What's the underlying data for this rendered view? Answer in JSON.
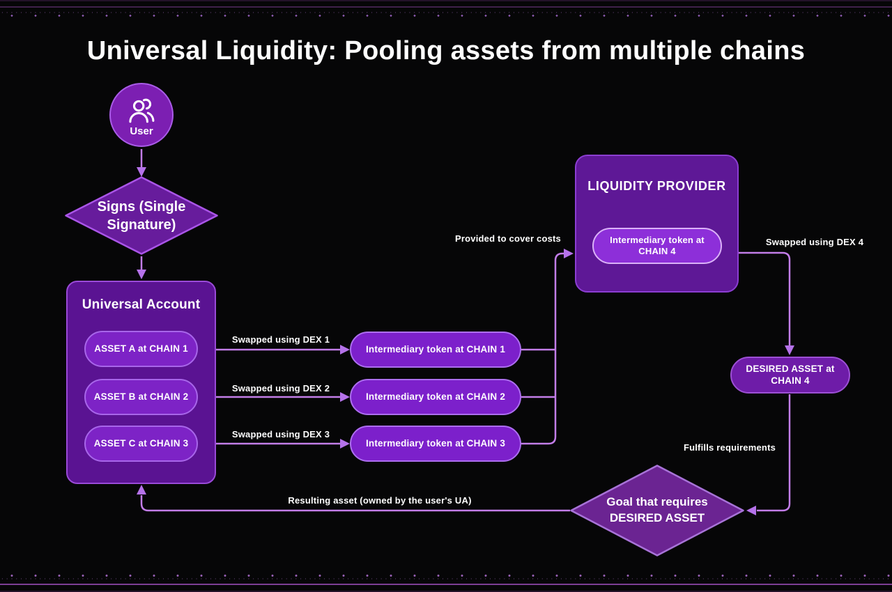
{
  "title": "Universal Liquidity: Pooling assets from multiple chains",
  "user": {
    "label": "User"
  },
  "signs_diamond": {
    "label": "Signs (Single Signature)"
  },
  "universal_account": {
    "title": "Universal Account",
    "assets": [
      "ASSET A at CHAIN 1",
      "ASSET B at CHAIN 2",
      "ASSET C at CHAIN 3"
    ]
  },
  "swap_labels": [
    "Swapped using DEX 1",
    "Swapped using DEX 2",
    "Swapped using DEX 3"
  ],
  "intermediary_tokens": [
    "Intermediary token at CHAIN 1",
    "Intermediary token at CHAIN 2",
    "Intermediary token at CHAIN 3"
  ],
  "liquidity_provider": {
    "title": "LIQUIDITY PROVIDER",
    "token": "Intermediary token at CHAIN 4"
  },
  "desired_asset": {
    "label": "DESIRED ASSET at CHAIN 4"
  },
  "goal_diamond": {
    "label": "Goal that requires DESIRED ASSET"
  },
  "edge_labels": {
    "provided": "Provided to cover costs",
    "dex4": "Swapped using DEX 4",
    "fulfills": "Fulfills requirements",
    "resulting": "Resulting asset (owned by the user's UA)"
  },
  "colors": {
    "background": "#060607",
    "connector": "#c27de8",
    "box_fill": "#5a1392",
    "pill_fill": "#7d23c6",
    "bright_pill_fill": "#8d2fd9",
    "diamond_fill": "#671c9c",
    "text": "#ffffff"
  }
}
